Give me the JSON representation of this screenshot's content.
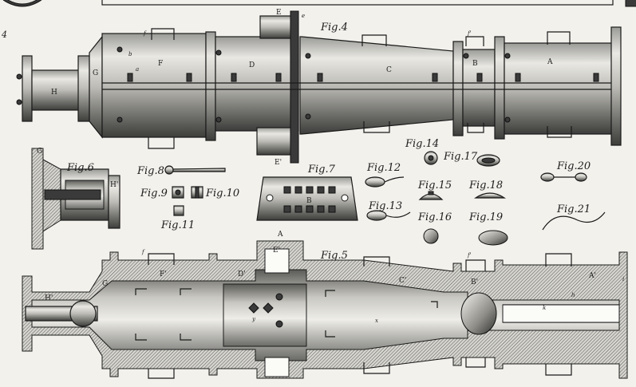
{
  "plate": {
    "plate_number": "4",
    "figures": {
      "fig4": "Fig.4",
      "fig5": "Fig.5",
      "fig6": "Fig.6",
      "fig7": "Fig.7",
      "fig8": "Fig.8",
      "fig9": "Fig.9",
      "fig10": "Fig.10",
      "fig11": "Fig.11",
      "fig12": "Fig.12",
      "fig13": "Fig.13",
      "fig14": "Fig.14",
      "fig15": "Fig.15",
      "fig16": "Fig.16",
      "fig17": "Fig.17",
      "fig18": "Fig.18",
      "fig19": "Fig.19",
      "fig20": "Fig.20",
      "fig21": "Fig.21"
    },
    "fig4_letters": {
      "A": "A",
      "B": "B",
      "C": "C",
      "D": "D",
      "E": "E",
      "E2": "E'",
      "F": "F",
      "G": "G",
      "H": "H",
      "a": "a",
      "b": "b",
      "f": "f",
      "f2": "f'",
      "e": "e"
    },
    "fig5_letters": {
      "A": "A",
      "A2": "A'",
      "B2": "B'",
      "C2": "C'",
      "D2": "D'",
      "E2": "E'",
      "F2": "F'",
      "G": "G",
      "H2": "H'",
      "h": "h",
      "k": "k",
      "f": "f",
      "f2": "f'",
      "x": "x",
      "y": "y",
      "i": "i"
    },
    "fig6_letters": {
      "G": "G",
      "H2": "H'"
    },
    "fig7_letters": {
      "B": "B"
    }
  }
}
